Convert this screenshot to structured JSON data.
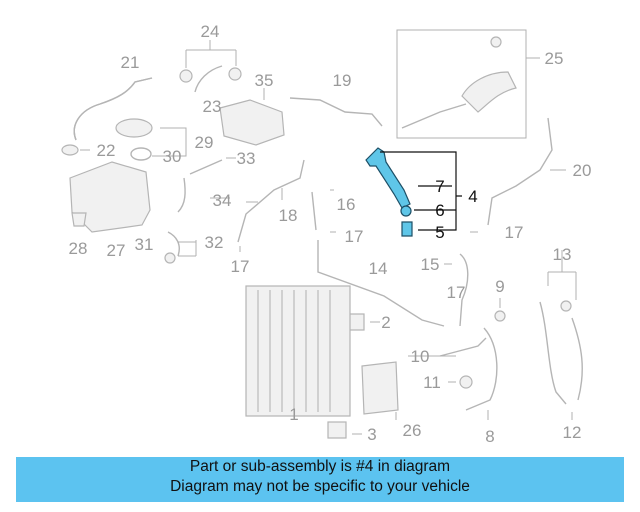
{
  "callouts": [
    "24",
    "21",
    "35",
    "19",
    "25",
    "29",
    "22",
    "30",
    "23",
    "33",
    "20",
    "7",
    "4",
    "6",
    "5",
    "34",
    "18",
    "16",
    "17",
    "32",
    "31",
    "28",
    "27",
    "14",
    "15",
    "13",
    "9",
    "2",
    "10",
    "11",
    "1",
    "3",
    "26",
    "8",
    "12"
  ],
  "highlight_color": "#5cc3f0",
  "banner": {
    "line1": "Part or sub-assembly is #4 in diagram",
    "line2": "Diagram may not be specific to your vehicle"
  }
}
